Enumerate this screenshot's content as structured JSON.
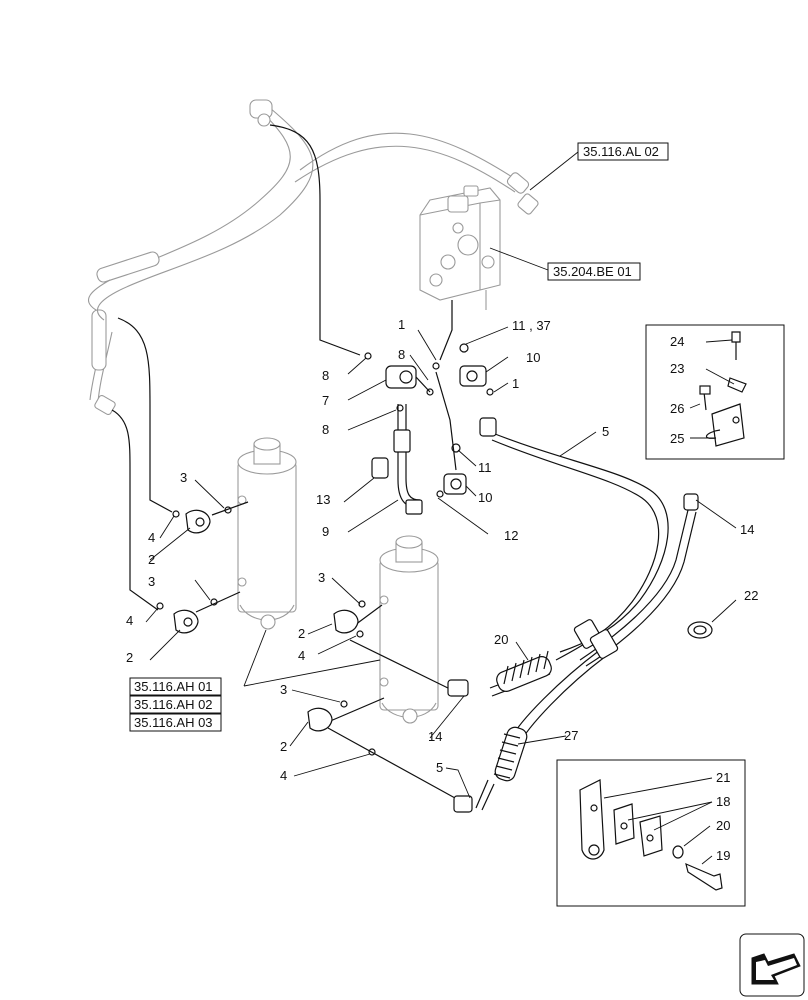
{
  "references": {
    "al02": "35.116.AL 02",
    "be01": "35.204.BE 01",
    "ah01": "35.116.AH 01",
    "ah02": "35.116.AH 02",
    "ah03": "35.116.AH 03"
  },
  "callouts": {
    "c1a": "1",
    "c11_37": "11 , 37",
    "c8a": "8",
    "c10a": "10",
    "c1b": "1",
    "c8b": "8",
    "c7": "7",
    "c8c": "8",
    "c5a": "5",
    "c11": "11",
    "c13": "13",
    "c10b": "10",
    "c9": "9",
    "c12": "12",
    "c14a": "14",
    "c3a": "3",
    "c4a": "4",
    "c2a": "2",
    "c3b": "3",
    "c4b": "4",
    "c2b": "2",
    "c3c": "3",
    "c2c": "2",
    "c4c": "4",
    "c22": "22",
    "c20a": "20",
    "c14b": "14",
    "c3d": "3",
    "c2d": "2",
    "c4d": "4",
    "c27": "27",
    "c5b": "5",
    "c24": "24",
    "c23": "23",
    "c26": "26",
    "c25": "25",
    "c21": "21",
    "c18": "18",
    "c20b": "20",
    "c19": "19"
  },
  "nav": {
    "icon": "navigation-arrow-icon"
  }
}
